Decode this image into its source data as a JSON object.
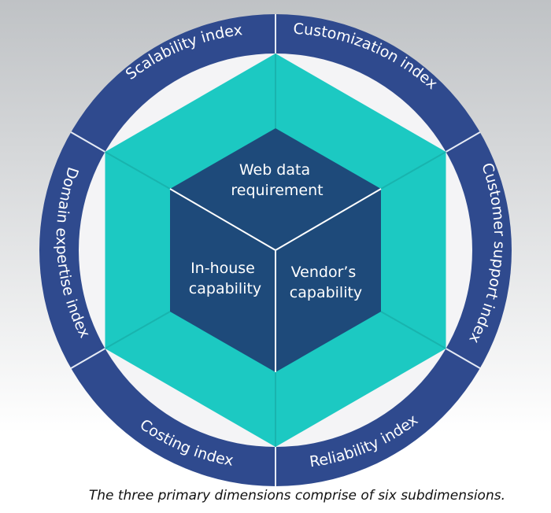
{
  "diagram": {
    "core": {
      "top": [
        "Web data",
        "requirement"
      ],
      "left": [
        "In-house",
        "capability"
      ],
      "right": [
        "Vendor’s",
        "capability"
      ]
    },
    "ring_segments": [
      "Scalability index",
      "Customization index",
      "Customer support index",
      "Reliability index",
      "Costing index",
      "Domain expertise index"
    ],
    "caption": "The three primary dimensions comprise of six subdimensions."
  },
  "colors": {
    "ring": "#2F4A8E",
    "ring_lines": "#e6ebf5",
    "inner_disc": "#F4F4F6",
    "teal_hexagon": "#1CC9C2",
    "navy_hexagon": "#1E4A7A",
    "divider_lines": "#ffffff",
    "text_on_dark": "#ffffff",
    "background_top": "#bfc2c5",
    "background_bottom": "#ffffff"
  }
}
